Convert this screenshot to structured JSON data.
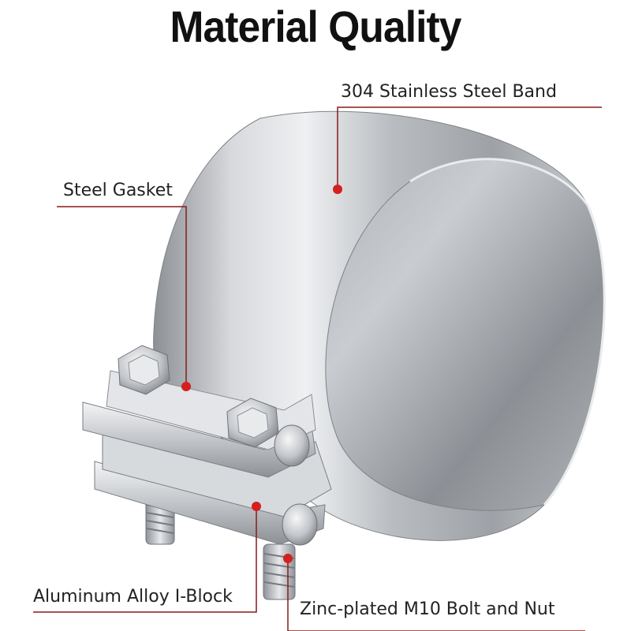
{
  "title": "Material Quality",
  "callouts": {
    "band": "304 Stainless Steel Band",
    "gasket": "Steel Gasket",
    "block": "Aluminum Alloy I-Block",
    "bolt": "Zinc-plated M10 Bolt and Nut"
  },
  "colors": {
    "callout_line": "#8a1a1a",
    "callout_dot": "#d42020",
    "steel": "#b8babd"
  },
  "icons": {
    "product": "exhaust-band-clamp"
  }
}
